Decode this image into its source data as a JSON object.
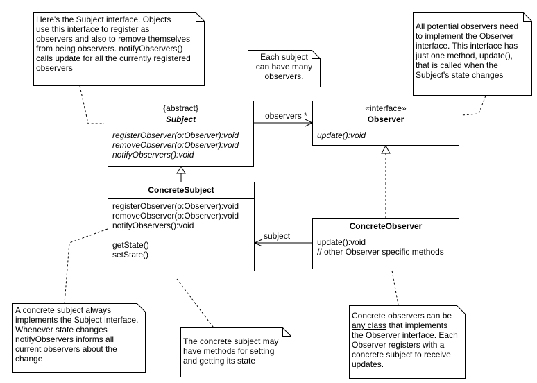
{
  "classes": {
    "subject": {
      "stereotype": "{abstract}",
      "name": "Subject",
      "ops": [
        "registerObserver(o:Observer):void",
        "removeObserver(o:Observer):void",
        "notifyObservers():void"
      ]
    },
    "observer": {
      "stereotype": "«interface»",
      "name": "Observer",
      "ops": [
        "update():void"
      ]
    },
    "concrete_subject": {
      "name": "ConcreteSubject",
      "ops": [
        "registerObserver(o:Observer):void",
        "removeObserver(o:Observer):void",
        "notifyObservers():void"
      ],
      "ops2": [
        "getState()",
        "setState()"
      ]
    },
    "concrete_observer": {
      "name": "ConcreteObserver",
      "ops": [
        "update():void",
        "// other Observer specific methods"
      ]
    }
  },
  "associations": {
    "observers_label": "observers *",
    "subject_label": "subject"
  },
  "notes": {
    "subject_interface": "Here's the Subject interface. Objects\nuse this interface to register as\nobservers and also to remove themselves\nfrom being observers. notifyObservers()\ncalls update for all the currently registered\nobservers",
    "many_observers": "Each subject\ncan have many\nobservers.",
    "observer_interface": "All potential observers need\nto implement the Observer\ninterface. This interface has\njust one method, update(),\nthat is called when the\nSubject's state changes",
    "concrete_subject_implements": "A concrete subject always\nimplements the Subject interface.\nWhenever state changes\nnotifyObservers informs all\ncurrent observers about the\nchange",
    "concrete_subject_methods": "The concrete subject may\nhave methods for setting\nand getting its state",
    "concrete_observers_line1": "Concrete observers can be",
    "concrete_observers_any": "any class",
    "concrete_observers_rest": " that implements\nthe Observer interface. Each\nObserver registers with a\nconcrete subject to receive\nupdates."
  }
}
